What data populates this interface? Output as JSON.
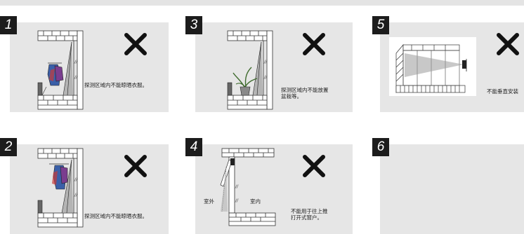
{
  "panels": [
    {
      "number": "1",
      "caption": "探测区域内不能晾晒衣服。"
    },
    {
      "number": "3",
      "caption": "探测区域内不能放置\n盆栽等。"
    },
    {
      "number": "5",
      "caption": "不能垂直安装"
    },
    {
      "number": "2",
      "caption": "探测区域内不能晾晒衣服。"
    },
    {
      "number": "4",
      "caption": "不能用于往上推\n打开式窗户。",
      "outdoor_label": "室外",
      "indoor_label": "室内"
    },
    {
      "number": "6",
      "caption": ""
    }
  ],
  "icons": {
    "cross": "cross-mark-icon"
  },
  "colors": {
    "panel_bg": "#e6e6e6",
    "badge_bg": "#1c1c1c",
    "brick": "#333333"
  }
}
